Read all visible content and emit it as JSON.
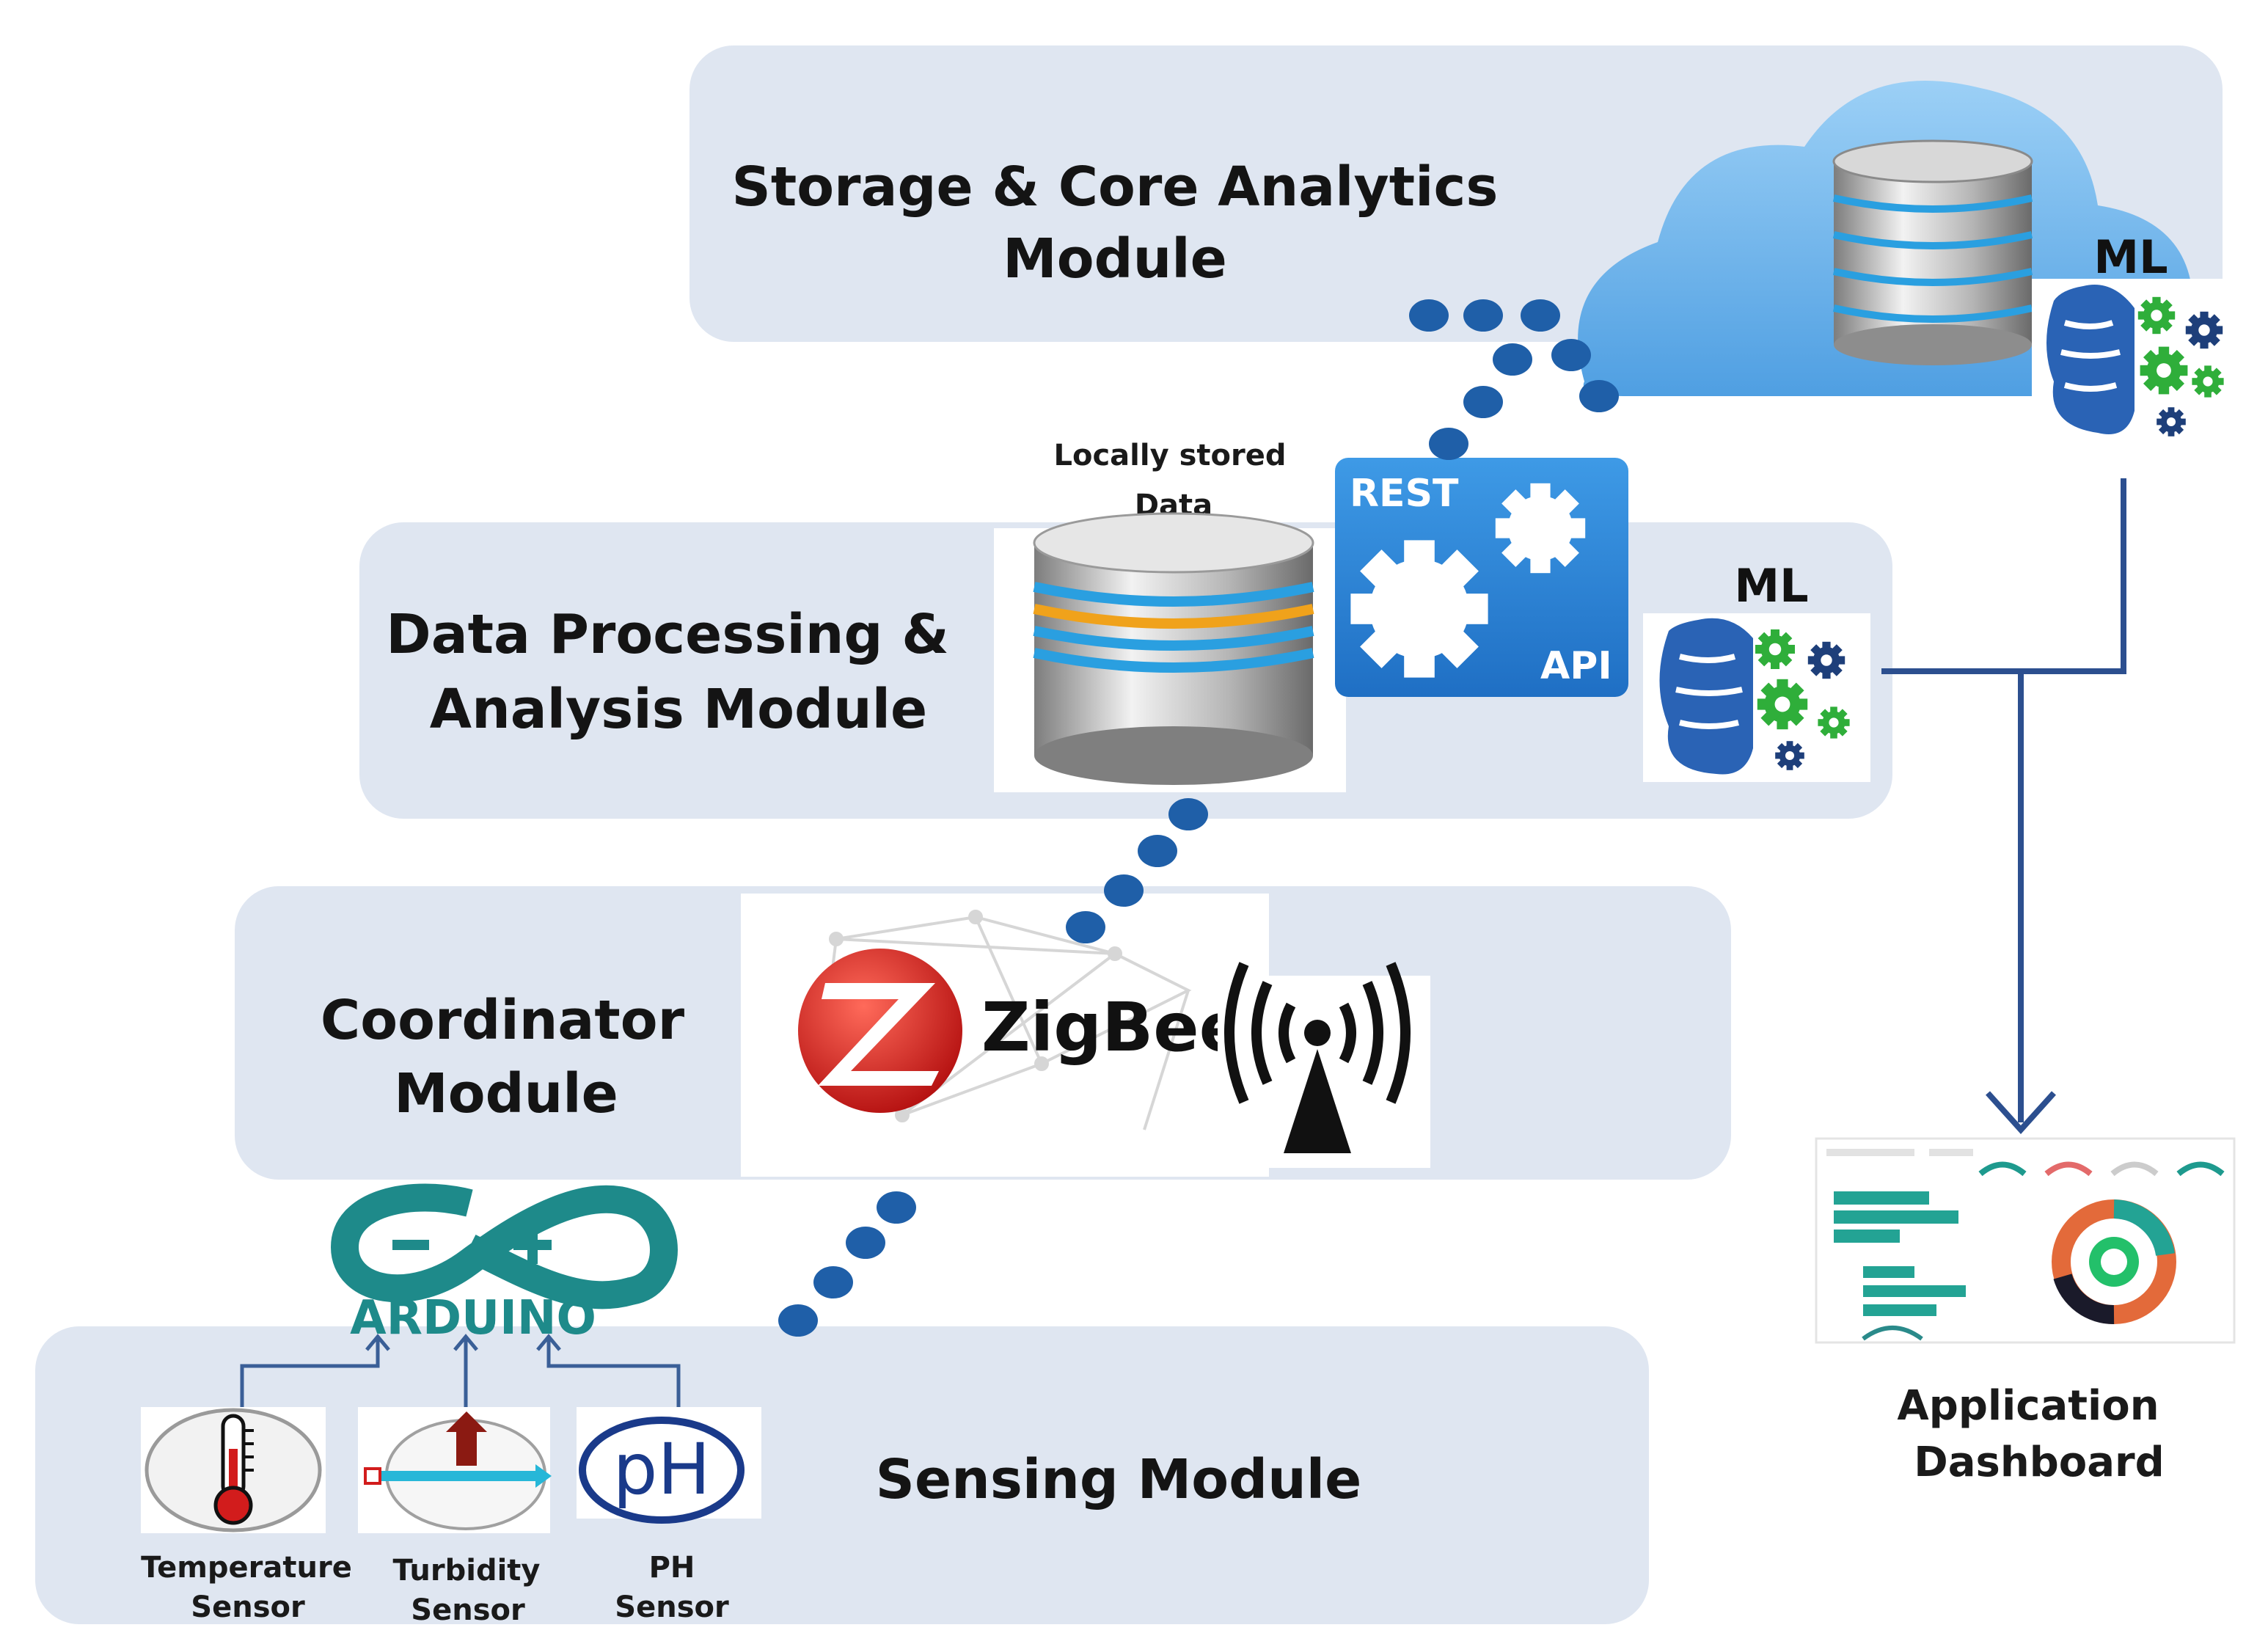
{
  "modules": {
    "storage": {
      "title_line1": "Storage & Core Analytics",
      "title_line2": "Module"
    },
    "processing": {
      "title_line1": "Data Processing &",
      "title_line2": "Analysis Module"
    },
    "coordinator": {
      "title_line1": "Coordinator",
      "title_line2": "Module"
    },
    "sensing": {
      "title": "Sensing Module"
    }
  },
  "labels": {
    "local_data_line1": "Locally stored",
    "local_data_line2": "Data",
    "rest": "REST",
    "api": "API",
    "ml_cloud": "ML",
    "ml_local": "ML",
    "zigbee": "ZigBee",
    "arduino": "ARDUINO",
    "dashboard_line1": "Application",
    "dashboard_line2": "Dashboard"
  },
  "sensors": [
    {
      "line1": "Temperature",
      "line2": "Sensor"
    },
    {
      "line1": "Turbidity",
      "line2": "Sensor"
    },
    {
      "line1": "PH",
      "line2": "Sensor"
    }
  ],
  "icons": {
    "ph_text": "pH"
  },
  "colors": {
    "panel": "#dfe6f1",
    "dots": "#1f5fa8",
    "connector": "#2c4f8f",
    "arduino": "#1e8a8a",
    "cloud": "#6fb4ea",
    "api_box": "#2f86d6",
    "brain": "#2a63b5",
    "gear_green": "#2fae3a",
    "zigbee_red": "#d01d1d"
  }
}
